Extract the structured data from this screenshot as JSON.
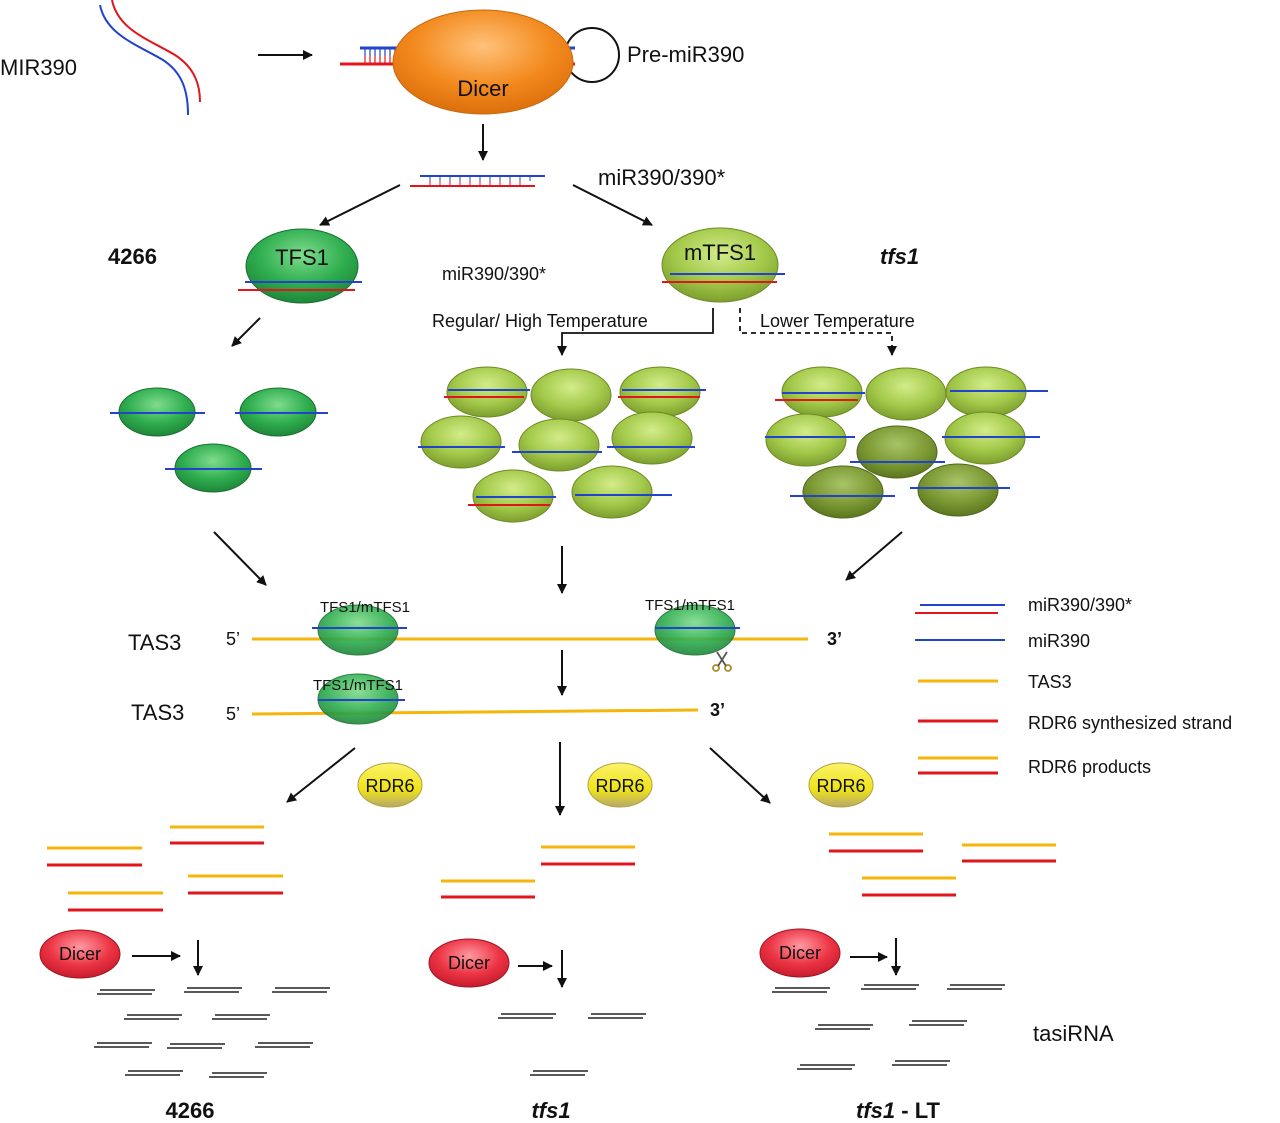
{
  "labels": {
    "mir390_gene": "MIR390",
    "pre_mir390": "Pre-miR390",
    "dicer_top": "Dicer",
    "duplex_top": "miR390/390*",
    "wt_left": "4266",
    "mutant_right": "tfs1",
    "tfs1_protein": "TFS1",
    "mtfs1_protein": "mTFS1",
    "duplex_mid": "miR390/390*",
    "regular_temp": "Regular/ High Temperature",
    "lower_temp": "Lower Temperature",
    "tas3_1": "TAS3",
    "tas3_2": "TAS3",
    "five_prime_1": "5’",
    "five_prime_2": "5’",
    "three_prime_1": "3’",
    "three_prime_2": "3’",
    "complex_1": "TFS1/mTFS1",
    "complex_2": "TFS1/mTFS1",
    "complex_3": "TFS1/mTFS1",
    "rdr6_1": "RDR6",
    "rdr6_2": "RDR6",
    "rdr6_3": "RDR6",
    "dicer_bottom_1": "Dicer",
    "dicer_bottom_2": "Dicer",
    "dicer_bottom_3": "Dicer",
    "tasirna": "tasiRNA",
    "bottom_4266": "4266",
    "bottom_tfs1": "tfs1",
    "bottom_tfs1_lt_italic": "tfs1",
    "bottom_tfs1_lt_suffix": " - LT"
  },
  "legend": {
    "items": [
      {
        "label": "miR390/390*"
      },
      {
        "label": "miR390"
      },
      {
        "label": "TAS3"
      },
      {
        "label": "RDR6 synthesized strand"
      },
      {
        "label": "RDR6 products"
      }
    ]
  },
  "colors": {
    "blue_strand": "#2244cc",
    "red_strand": "#e0161c",
    "tas3_yellow": "#f5b50a",
    "tfs1_green": "#2aa34a",
    "mtfs1_light": "#9cc43c",
    "mtfs1_dark": "#6f8a2a",
    "dicer_orange": "#f07d12",
    "rdr6_yellow": "#f4ec1a",
    "dicer_red": "#e8283a"
  }
}
